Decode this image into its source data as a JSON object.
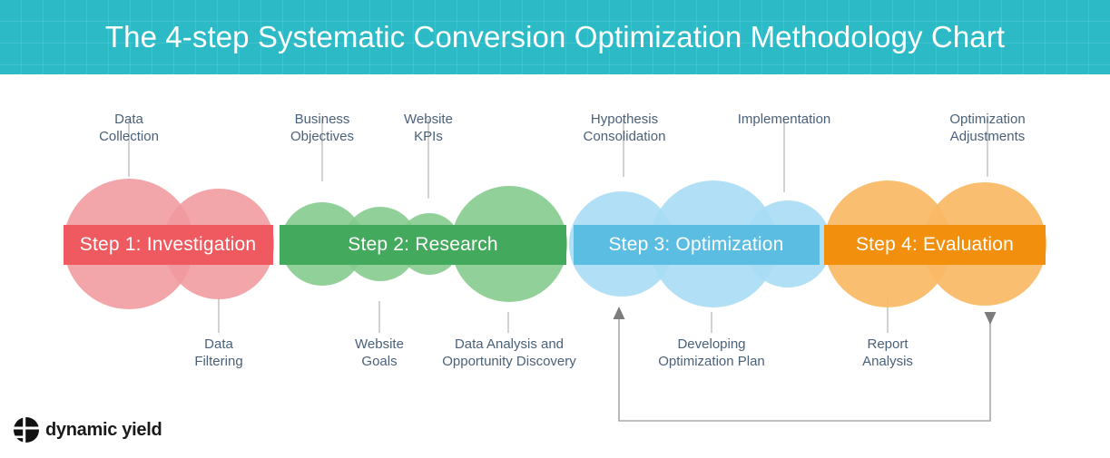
{
  "header": {
    "title": "The 4-step Systematic Conversion Optimization Methodology Chart",
    "background_color": "#2CBAC6"
  },
  "diagram": {
    "type": "process-flow",
    "steps": [
      {
        "id": "step-1",
        "band_label": "Step 1: Investigation",
        "band_color": "#EE5A5F",
        "circle_color": "#F09A9E",
        "labels_above": [
          "Data\nCollection"
        ],
        "labels_below": [
          "Data\nFiltering"
        ]
      },
      {
        "id": "step-2",
        "band_label": "Step 2: Research",
        "band_color": "#43A95C",
        "circle_color": "#83C98C",
        "labels_above": [
          "Business\nObjectives",
          "Website\nKPIs"
        ],
        "labels_below": [
          "Website\nGoals",
          "Data Analysis and\nOpportunity Discovery"
        ]
      },
      {
        "id": "step-3",
        "band_label": "Step 3: Optimization",
        "band_color": "#5CBDE3",
        "circle_color": "#A8DCF5",
        "labels_above": [
          "Hypothesis\nConsolidation",
          "Implementation"
        ],
        "labels_below": [
          "Developing\nOptimization Plan"
        ]
      },
      {
        "id": "step-4",
        "band_label": "Step 4: Evaluation",
        "band_color": "#F28F0C",
        "circle_color": "#F8B864",
        "labels_above": [
          "Optimization\nAdjustments"
        ],
        "labels_below": [
          "Report\nAnalysis"
        ]
      }
    ],
    "feedback_loop": {
      "arrow_up_label": "feedback-arrow-up",
      "arrow_down_label": "feedback-arrow-down",
      "line_color": "#9A9A9A"
    },
    "label_color": "#4A6179",
    "connector_color": "#B8B8B8"
  },
  "logo": {
    "text": "dynamic yield",
    "mark": "dynamic-yield-mark"
  }
}
